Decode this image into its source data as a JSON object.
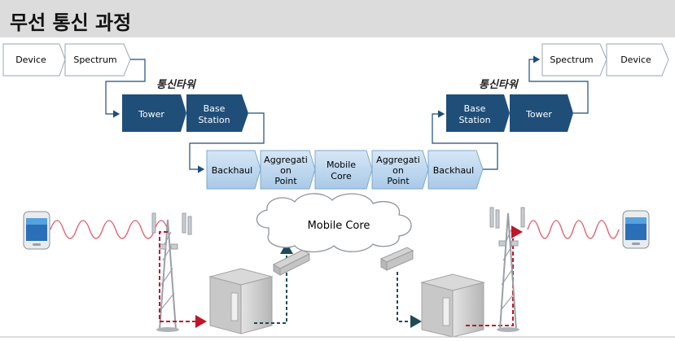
{
  "title": "무선 통신 과정",
  "flow": {
    "left_device": "Device",
    "left_spectrum": "Spectrum",
    "left_tower_label": "통신타워",
    "left_tower": "Tower",
    "left_base_station": [
      "Base",
      "Station"
    ],
    "backhaul_left": "Backhaul",
    "aggregation_left": [
      "Aggregati",
      "on",
      "Point"
    ],
    "mobile_core": [
      "Mobile",
      "Core"
    ],
    "aggregation_right": [
      "Aggregati",
      "on",
      "Point"
    ],
    "backhaul_right": "Backhaul",
    "right_tower_label": "통신타워",
    "right_base_station": [
      "Base",
      "Station"
    ],
    "right_tower": "Tower",
    "right_spectrum": "Spectrum",
    "right_device": "Device"
  },
  "illustration": {
    "cloud_label": "Mobile Core"
  },
  "colors": {
    "title_bar": "#dcdcdc",
    "dark_box": "#1f4e79",
    "light_box": "#bdd7ee",
    "connector": "#1f4e79",
    "signal": "#e05a6e",
    "data_path_red": "#c0142a",
    "data_path_teal": "#1e4b55"
  }
}
